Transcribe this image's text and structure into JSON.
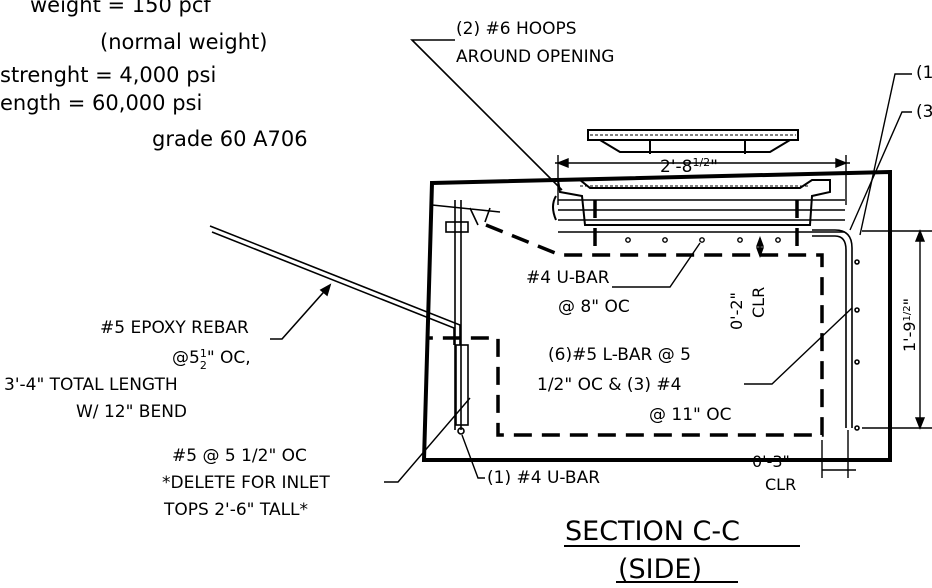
{
  "notes": {
    "line1": "weight = 150 pcf",
    "line2": "(normal weight)",
    "line3": "strenght = 4,000 psi",
    "line4": "ength = 60,000 psi",
    "line5": "grade 60 A706"
  },
  "labels": {
    "hoops_1": "(2) #6 HOOPS",
    "hoops_2": "AROUND OPENING",
    "right_1": "(1",
    "right_2": "(3",
    "ubar_1": "#4 U-BAR",
    "ubar_2": "@ 8\" OC",
    "epoxy_1": "#5 EPOXY REBAR",
    "epoxy_2": "@5",
    "epoxy_2b": "\" OC,",
    "epoxy_3": "3'-4\" TOTAL LENGTH",
    "epoxy_4": "W/ 12\" BEND",
    "lbar_1": "(6)#5 L-BAR @ 5",
    "lbar_2": "1/2\" OC & (3) #4",
    "lbar_3": "@ 11\" OC",
    "delete_1": "#5 @ 5 1/2\" OC",
    "delete_2": "*DELETE FOR INLET",
    "delete_3": "TOPS 2'-6\" TALL*",
    "ubar_bottom": "(1) #4 U-BAR",
    "section_1": "SECTION C-C",
    "section_2": "(SIDE)"
  },
  "dimensions": {
    "opening_width": "2'-8",
    "opening_frac": "1/2",
    "opening_inch": "\"",
    "clr_top": "0'-2\"",
    "clr_top_word": "CLR",
    "height": "1'-9",
    "height_frac": "1/2",
    "height_inch": "\"",
    "clr_bottom": "0'-3\"",
    "clr_bottom_word": "CLR"
  }
}
